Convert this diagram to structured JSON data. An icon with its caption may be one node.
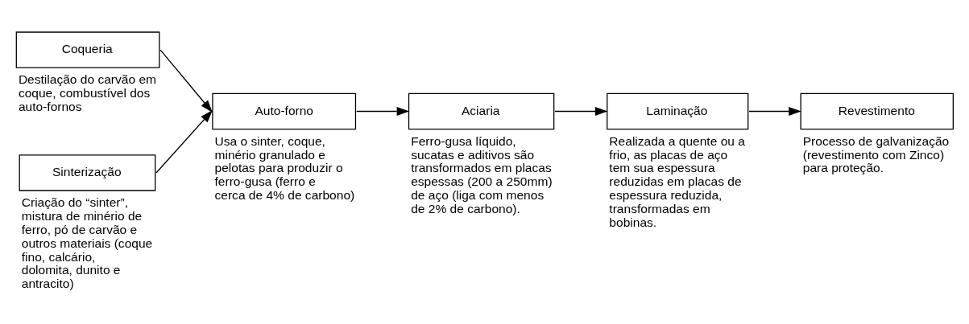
{
  "diagram": {
    "nodes": [
      {
        "text": [
          "Coqueria"
        ],
        "beside": [
          "Destilação do carvão em coque, combustível dos auto-fornos"
        ]
      },
      {
        "text": [
          "Sinterização"
        ],
        "beside": [
          "Criação do “sinter”, mistura de minério de ferro, pó de carvão e outros materiais (coque fino, calcário, dolomita, dunito e antracito)"
        ]
      },
      {
        "text": [
          "Auto-forno"
        ],
        "beside": [
          "Usa o sinter, coque, minério granulado e pelotas para produzir o ferro-gusa (ferro e cerca de 4% de carbono)"
        ]
      },
      {
        "text": [
          "Aciaria"
        ],
        "beside": [
          "Ferro-gusa líquido, sucatas e aditivos são transformados em placas espessas (200 a 250mm) de aço (liga com menos de 2% de carbono)."
        ]
      },
      {
        "text": [
          "Laminação"
        ],
        "beside": [
          "Realizada a quente ou a frio, as placas de aço tem sua espessura reduzidas em placas de espessura reduzida, transformadas em bobinas."
        ]
      },
      {
        "text": [
          "Revestimento"
        ],
        "beside": [
          "Processo de galvanização (revestimento com Zinco) para proteção."
        ]
      }
    ],
    "edges": [
      {
        "from": 0,
        "to": 2,
        "arrow": "to"
      },
      {
        "from": 1,
        "to": 2,
        "arrow": "to"
      },
      {
        "from": 2,
        "to": 3,
        "arrow": "to"
      },
      {
        "from": 3,
        "to": 4,
        "arrow": "to"
      },
      {
        "from": 4,
        "to": 5,
        "arrow": "to"
      }
    ]
  }
}
